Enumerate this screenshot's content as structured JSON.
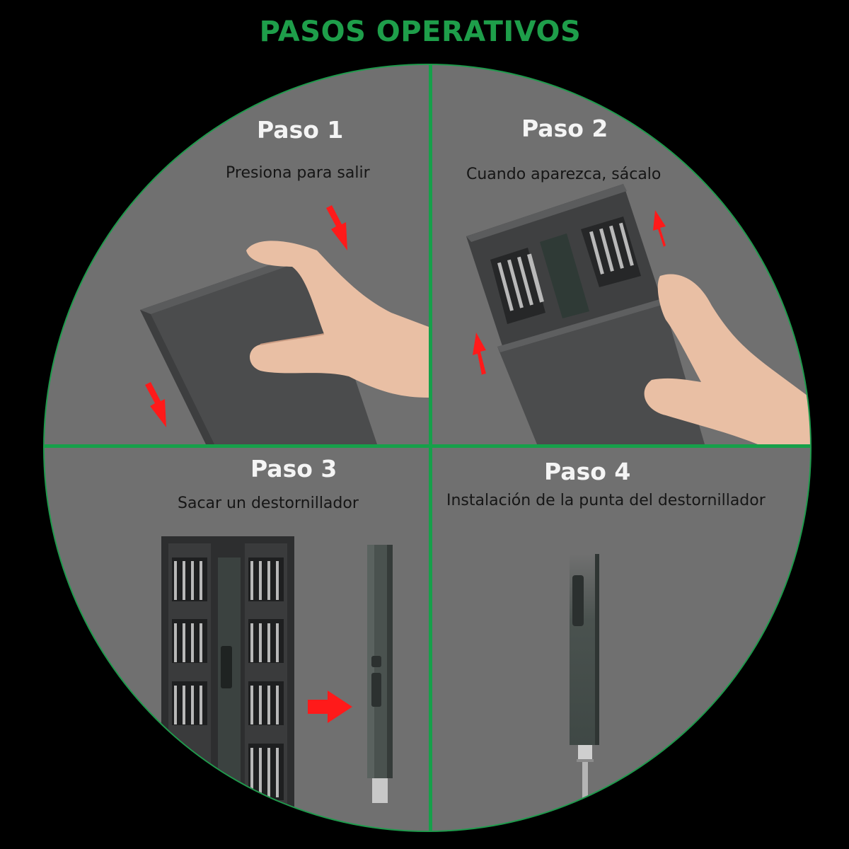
{
  "header": {
    "title": "PASOS OPERATIVOS"
  },
  "colors": {
    "background": "#000000",
    "title_green": "#1e9e4a",
    "divider_green": "#16a04a",
    "panel_gray": "#707070",
    "arrow_red": "#ff1a1a"
  },
  "steps": [
    {
      "title": "Paso 1",
      "subtitle": "Presiona para salir",
      "illustration": "hand-pressing-case",
      "arrows": [
        "arrow-down-right",
        "arrow-down-right"
      ]
    },
    {
      "title": "Paso 2",
      "subtitle": "Cuando aparezca, sácalo",
      "illustration": "case-sliding-open-with-bits",
      "arrows": [
        "arrow-up",
        "arrow-up"
      ]
    },
    {
      "title": "Paso 3",
      "subtitle": "Sacar un destornillador",
      "illustration": "open-case-and-screwdriver",
      "arrows": [
        "arrow-right"
      ]
    },
    {
      "title": "Paso 4",
      "subtitle": "Instalación de la punta del destornillador",
      "illustration": "screwdriver-with-bit-and-screw",
      "arrows": []
    }
  ]
}
